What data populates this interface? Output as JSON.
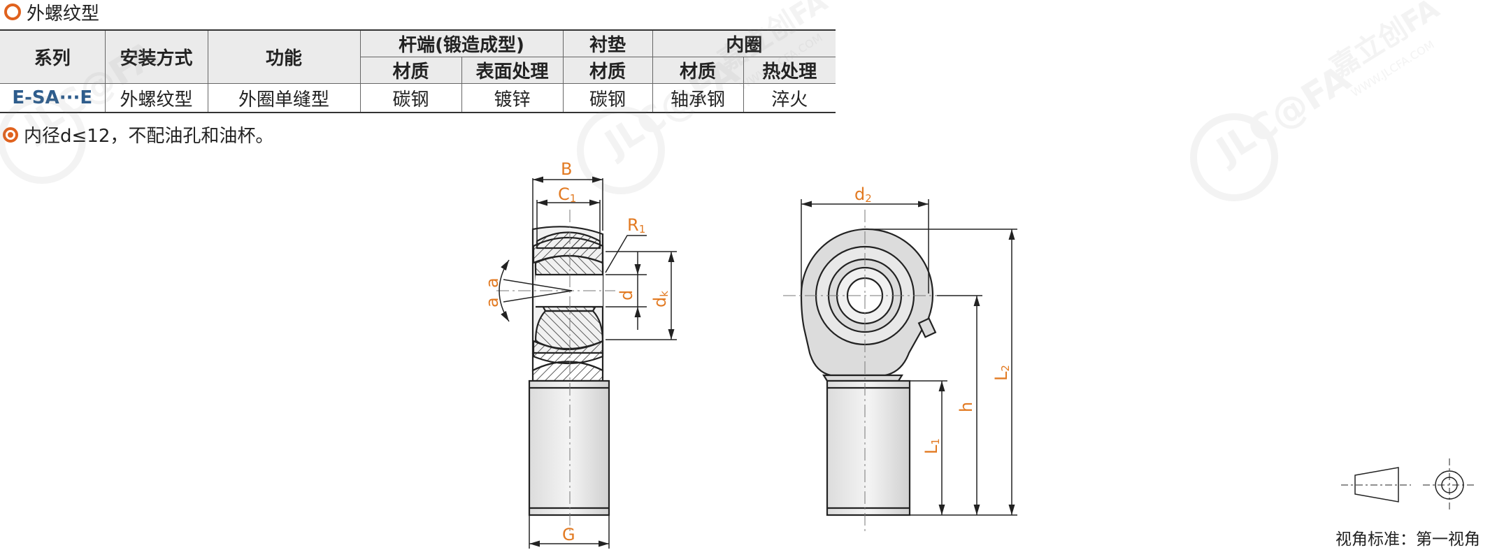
{
  "section": {
    "title": "外螺纹型"
  },
  "table": {
    "headers": {
      "series": "系列",
      "mount": "安装方式",
      "function": "功能",
      "rod_end": "杆端(锻造成型)",
      "liner": "衬垫",
      "inner_ring": "内圈",
      "material_1": "材质",
      "surface": "表面处理",
      "material_2": "材质",
      "material_3": "材质",
      "heat": "热处理"
    },
    "row": {
      "series": "E-SA···E",
      "mount": "外螺纹型",
      "function": "外圈单缝型",
      "rod_material": "碳钢",
      "rod_surface": "镀锌",
      "liner_material": "碳钢",
      "inner_material": "轴承钢",
      "inner_heat": "淬火"
    }
  },
  "note": "内径d≤12，不配油孔和油杯。",
  "dims": {
    "B": "B",
    "C": "C",
    "C_sub": "1",
    "R": "R",
    "R_sub": "1",
    "d": "d",
    "dk": "d",
    "dk_sub": "k",
    "G": "G",
    "alpha": "a",
    "d2": "d",
    "d2_sub": "2",
    "L1": "L",
    "L1_sub": "1",
    "h": "h",
    "L2": "L",
    "L2_sub": "2"
  },
  "view_standard": "视角标准：第一视角",
  "watermark": {
    "brand": "JLC@FA",
    "name": "嘉立创FA",
    "url": "WWW.JLCFA.COM"
  },
  "colors": {
    "accent": "#e0621e",
    "series_text": "#2d5c8c",
    "dim_label": "#e27a22"
  }
}
